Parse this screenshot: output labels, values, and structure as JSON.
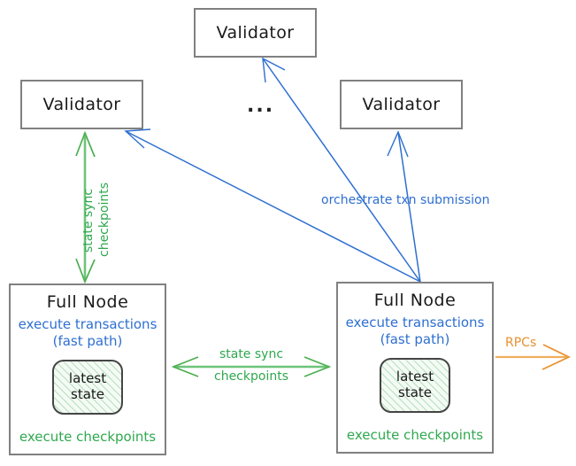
{
  "diagram": {
    "title": "Sui full node / validator network diagram",
    "colors": {
      "blue": "#2e6fd0",
      "green": "#2fa84f",
      "orange": "#e8912d",
      "box_border": "#808080",
      "text": "#1a1a1a"
    }
  },
  "validators": [
    {
      "id": "validator-top",
      "label": "Validator"
    },
    {
      "id": "validator-left",
      "label": "Validator"
    },
    {
      "id": "validator-right",
      "label": "Validator"
    }
  ],
  "ellipsis": "...",
  "full_nodes": [
    {
      "id": "full-node-left",
      "title": "Full Node",
      "execute_line1": "execute transactions",
      "execute_line2": "(fast path)",
      "state_line1": "latest",
      "state_line2": "state",
      "checkpoints": "execute checkpoints"
    },
    {
      "id": "full-node-right",
      "title": "Full Node",
      "execute_line1": "execute transactions",
      "execute_line2": "(fast path)",
      "state_line1": "latest",
      "state_line2": "state",
      "checkpoints": "execute checkpoints"
    }
  ],
  "edge_labels": {
    "state_sync_vertical_line1": "state sync",
    "state_sync_vertical_line2": "checkpoints",
    "state_sync_horizontal_line1": "state sync",
    "state_sync_horizontal_line2": "checkpoints",
    "orchestrate": "orchestrate txn submission",
    "rpcs": "RPCs"
  }
}
